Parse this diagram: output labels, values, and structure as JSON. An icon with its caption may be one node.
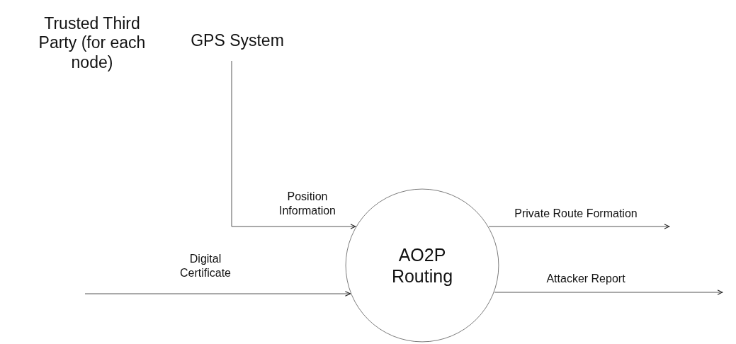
{
  "diagram": {
    "nodes": [
      {
        "text": [
          "Trusted Third Party (for each node)"
        ]
      },
      {
        "text": [
          "GPS System"
        ]
      },
      {
        "text": [
          "AO2P Routing"
        ]
      }
    ],
    "edges": [
      {
        "from": 1,
        "to": 2,
        "arrow": "to",
        "label": "Position Information"
      },
      {
        "from": null,
        "to": 2,
        "arrow": "to",
        "label": "Digital Certificate"
      },
      {
        "from": 2,
        "to": null,
        "arrow": "to",
        "label": "Private Route Formation"
      },
      {
        "from": 2,
        "to": null,
        "arrow": "to",
        "label": "Attacker Report"
      }
    ]
  }
}
